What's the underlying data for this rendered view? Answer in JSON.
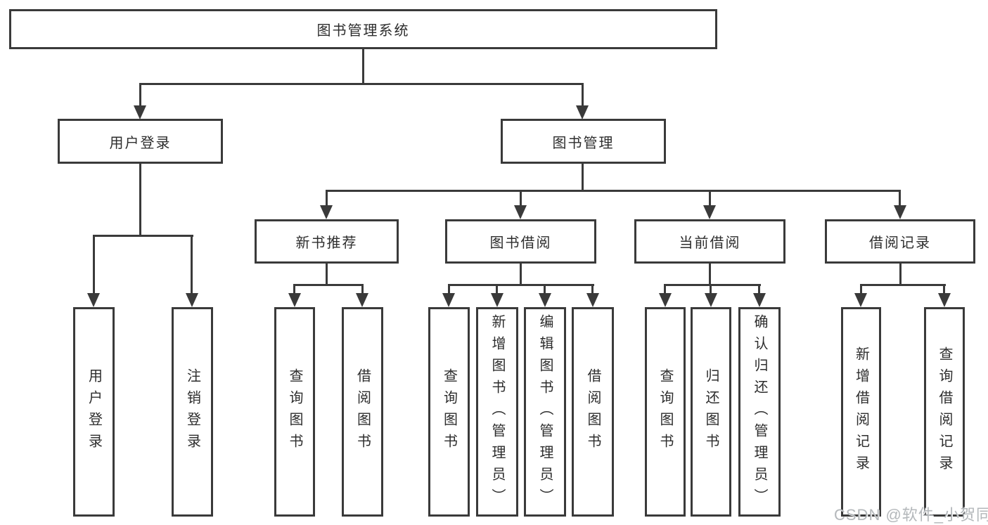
{
  "tree": {
    "label": "图书管理系统",
    "children": [
      {
        "label": "用户登录",
        "children": [
          {
            "label": "用户登录"
          },
          {
            "label": "注销登录"
          }
        ]
      },
      {
        "label": "图书管理",
        "children": [
          {
            "label": "新书推荐",
            "children": [
              {
                "label": "查询图书"
              },
              {
                "label": "借阅图书"
              }
            ]
          },
          {
            "label": "图书借阅",
            "children": [
              {
                "label": "查询图书"
              },
              {
                "label": "新增图书（管理员）"
              },
              {
                "label": "编辑图书（管理员）"
              },
              {
                "label": "借阅图书"
              }
            ]
          },
          {
            "label": "当前借阅",
            "children": [
              {
                "label": "查询图书"
              },
              {
                "label": "归还图书"
              },
              {
                "label": "确认归还（管理员）"
              }
            ]
          },
          {
            "label": "借阅记录",
            "children": [
              {
                "label": "新增借阅记录"
              },
              {
                "label": "查询借阅记录"
              }
            ]
          }
        ]
      }
    ]
  },
  "watermark": {
    "text": "CSDN @软件_小贺同学"
  },
  "colors": {
    "line": "#3a3a3a",
    "text": "#2d2d2d",
    "watermark": "#b4b8bb",
    "background": "#ffffff"
  }
}
